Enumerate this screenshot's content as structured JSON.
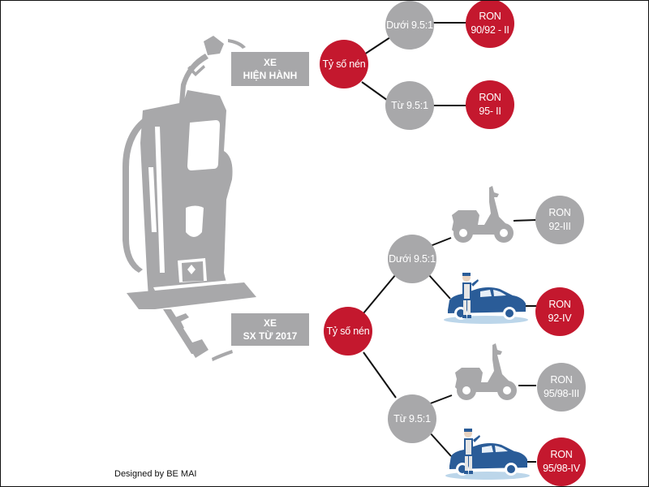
{
  "colors": {
    "red": "#c4182e",
    "gray": "#a8a8aa",
    "car_blue": "#2a5c98",
    "line": "#111111"
  },
  "illustration": {
    "icon": "fuel-pump-icon"
  },
  "sections": [
    {
      "label_line1": "XE",
      "label_line2": "HIỆN HÀNH",
      "root": "Tỷ số nén",
      "branches": [
        {
          "condition": "Dưới 9.5:1",
          "results": [
            {
              "line1": "RON",
              "line2": "90/92 - II",
              "style": "red"
            }
          ]
        },
        {
          "condition": "Từ 9.5:1",
          "results": [
            {
              "line1": "RON",
              "line2": "95- II",
              "style": "red"
            }
          ]
        }
      ]
    },
    {
      "label_line1": "XE",
      "label_line2": "SX TỪ 2017",
      "root": "Tỷ số nén",
      "branches": [
        {
          "condition": "Dưới 9.5:1",
          "results": [
            {
              "vehicle": "scooter-icon",
              "line1": "RON",
              "line2": "92-III",
              "style": "gray"
            },
            {
              "vehicle": "car-icon",
              "line1": "RON",
              "line2": "92-IV",
              "style": "red"
            }
          ]
        },
        {
          "condition": "Từ 9.5:1",
          "results": [
            {
              "vehicle": "scooter-icon",
              "line1": "RON",
              "line2": "95/98-III",
              "style": "gray"
            },
            {
              "vehicle": "car-icon",
              "line1": "RON",
              "line2": "95/98-IV",
              "style": "red"
            }
          ]
        }
      ]
    }
  ],
  "credit": "Designed by BE MAI"
}
